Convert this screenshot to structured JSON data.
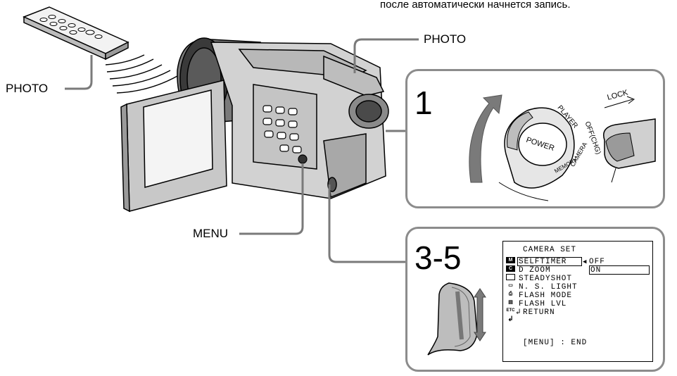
{
  "caption": "после автоматически начнется запись.",
  "labels": {
    "photo_remote": "PHOTO",
    "photo_camera": "PHOTO",
    "menu": "MENU"
  },
  "steps": [
    {
      "number": "1",
      "dial": {
        "power": "POWER",
        "player": "PLAYER",
        "off_chg": "OFF(CHG)",
        "camera": "CAMERA",
        "memory": "MEMORY"
      },
      "lock": "LOCK"
    },
    {
      "number": "3-5"
    }
  ],
  "menu_screen": {
    "header": "CAMERA SET",
    "items": [
      "SELFTIMER",
      "D ZOOM",
      "STEADYSHOT",
      "N. S. LIGHT",
      "FLASH MODE",
      "FLASH LVL",
      "RETURN"
    ],
    "options": [
      "OFF",
      "ON"
    ],
    "footer": "[MENU] : END",
    "etc_icon": "ETC"
  }
}
